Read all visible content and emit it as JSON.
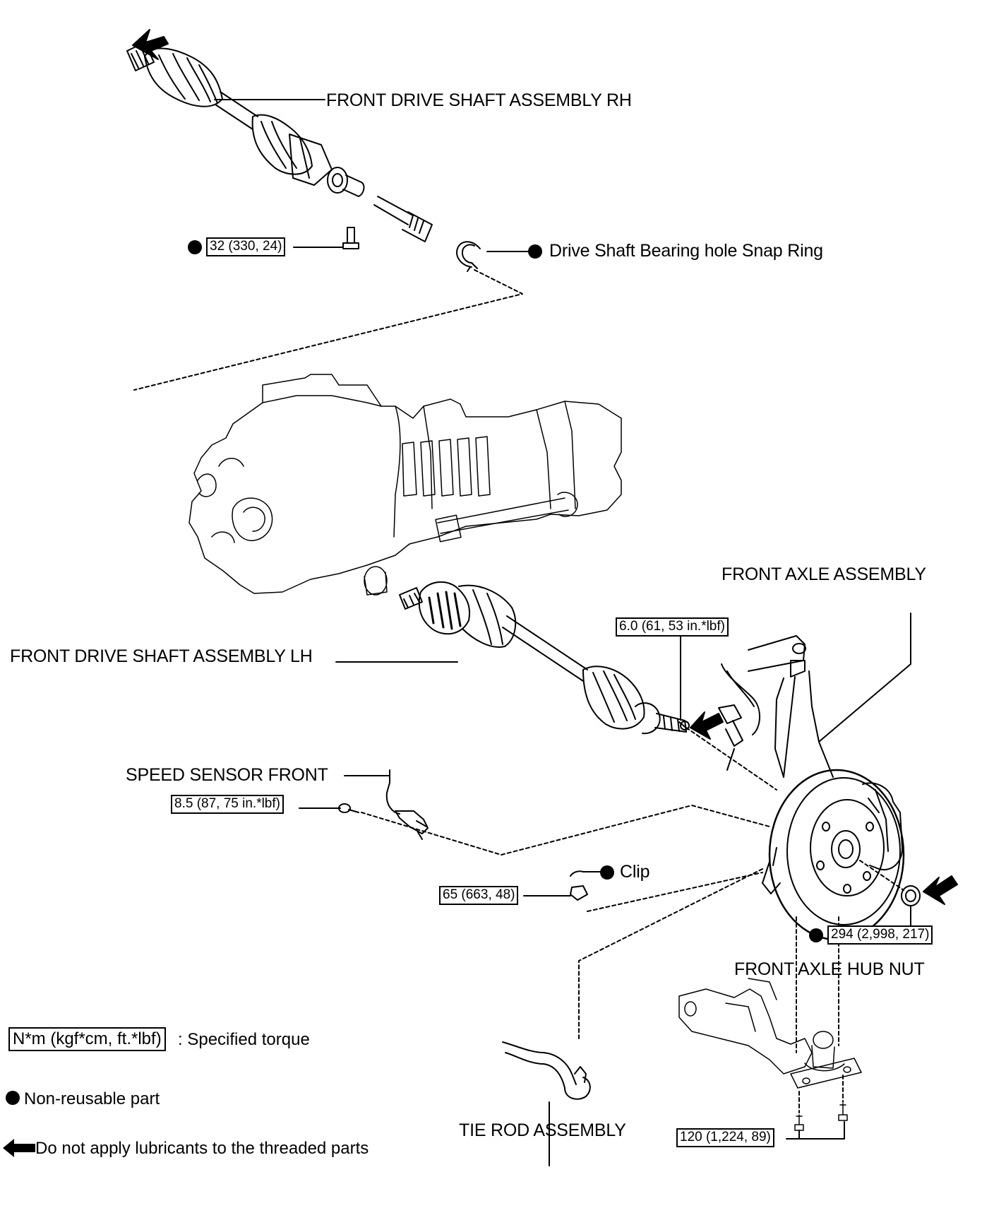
{
  "labels": {
    "front_drive_shaft_rh": "FRONT DRIVE SHAFT ASSEMBLY RH",
    "snap_ring": "Drive Shaft Bearing hole Snap Ring",
    "front_axle_assembly": "FRONT AXLE ASSEMBLY",
    "front_drive_shaft_lh": "FRONT DRIVE SHAFT ASSEMBLY LH",
    "speed_sensor_front": "SPEED SENSOR FRONT",
    "clip": "Clip",
    "front_axle_hub_nut": "FRONT AXLE HUB NUT",
    "tie_rod_assembly": "TIE ROD ASSEMBLY"
  },
  "torques": {
    "bearing_bolt": "32 (330, 24)",
    "front_axle_bolt": "6.0 (61, 53 in.*lbf)",
    "speed_sensor_bolt": "8.5 (87, 75 in.*lbf)",
    "tie_rod_nut": "65 (663, 48)",
    "hub_nut": "294 (2,998, 217)",
    "lower_arm_bolts": "120 (1,224, 89)"
  },
  "legend": {
    "torque_box": "N*m (kgf*cm, ft.*lbf)",
    "torque_text": ": Specified torque",
    "non_reusable": "Non-reusable part",
    "no_lubricant": "Do not apply lubricants to the threaded parts"
  }
}
